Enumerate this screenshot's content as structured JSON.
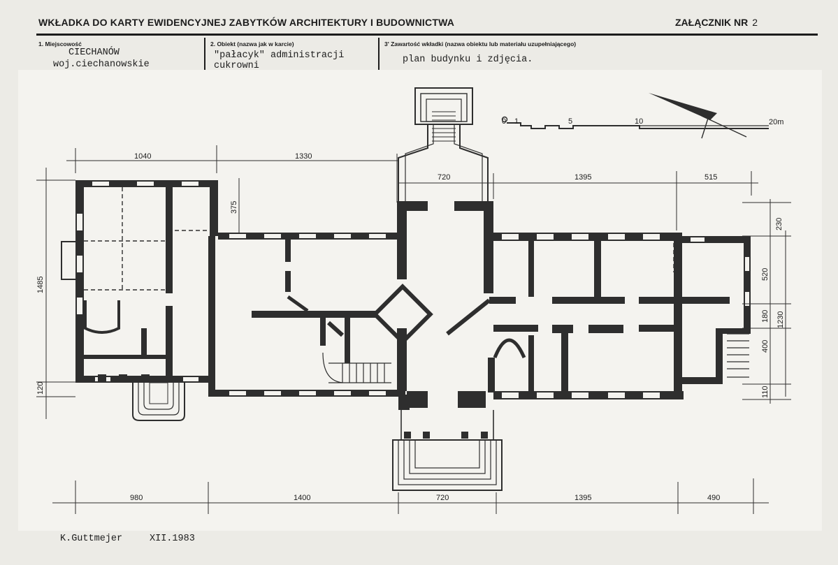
{
  "header": {
    "title": "WKŁADKA DO KARTY EWIDENCYJNEJ ZABYTKÓW ARCHITEKTURY I BUDOWNICTWA",
    "annex_label": "ZAŁĄCZNIK NR",
    "annex_number": "2"
  },
  "fields": {
    "place_label": "1. Miejscowość",
    "place_value_1": "CIECHANÓW",
    "place_value_2": "woj.ciechanowskie",
    "object_label": "2. Obiekt (nazwa jak w karcie)",
    "object_value_1": "\"pałacyk\" administracji",
    "object_value_2": "cukrowni",
    "contents_label": "3' Zawartość wkładki (nazwa obiektu lub materiału uzupełniającego)",
    "contents_value": "plan budynku i zdjęcia."
  },
  "scale_bar": {
    "labels": [
      "0",
      "1",
      "5",
      "10",
      "20m"
    ]
  },
  "dimensions": {
    "top": [
      "1040",
      "1330",
      "720",
      "1395",
      "515"
    ],
    "bottom": [
      "980",
      "1400",
      "720",
      "1395",
      "490"
    ],
    "left": [
      "1485",
      "120"
    ],
    "inner": [
      "375"
    ],
    "right": [
      "230",
      "520",
      "180",
      "1230",
      "400",
      "110"
    ]
  },
  "footer": {
    "author": "K.Guttmejer",
    "date": "XII.1983"
  }
}
